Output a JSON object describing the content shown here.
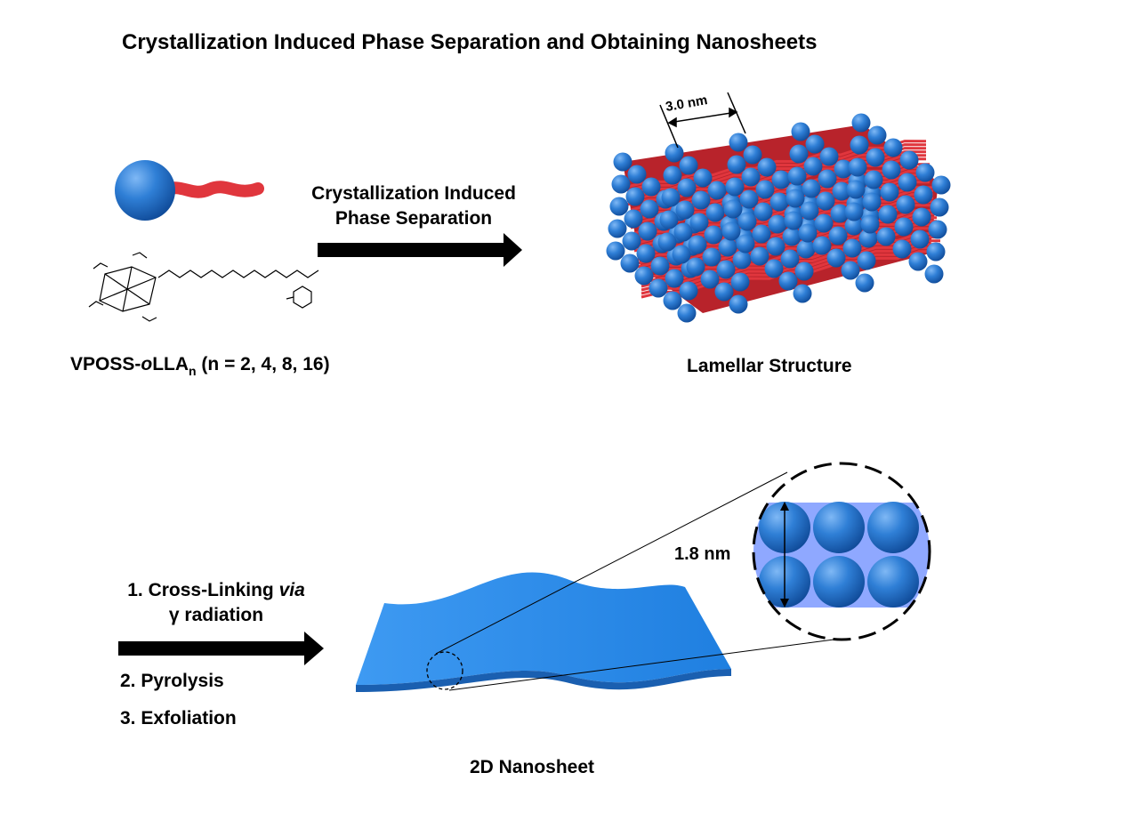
{
  "title": "Crystallization Induced Phase Separation and Obtaining Nanosheets",
  "step1": {
    "line1": "Crystallization Induced",
    "line2": "Phase Separation"
  },
  "compound": {
    "prefix": "VPOSS-",
    "italic": "o",
    "mid": "LLA",
    "sub": "n",
    "suffix": " (n = 2, 4, 8, 16)"
  },
  "lamellar_label": "Lamellar Structure",
  "lamellar_spacing": "3.0 nm",
  "steps2": {
    "line1_a": "1. Cross-Linking ",
    "line1_b": "via",
    "line2": "γ radiation",
    "step2": "2. Pyrolysis",
    "step3": "3. Exfoliation"
  },
  "nanosheet_label": "2D Nanosheet",
  "nanosheet_thickness": "1.8 nm",
  "colors": {
    "poss_blue": "#2f7fd6",
    "chain_red": "#e0363d",
    "arrow": "#000000",
    "sheet_blue": "#2a8be8",
    "zoom_bg": "#8fa8ff"
  }
}
